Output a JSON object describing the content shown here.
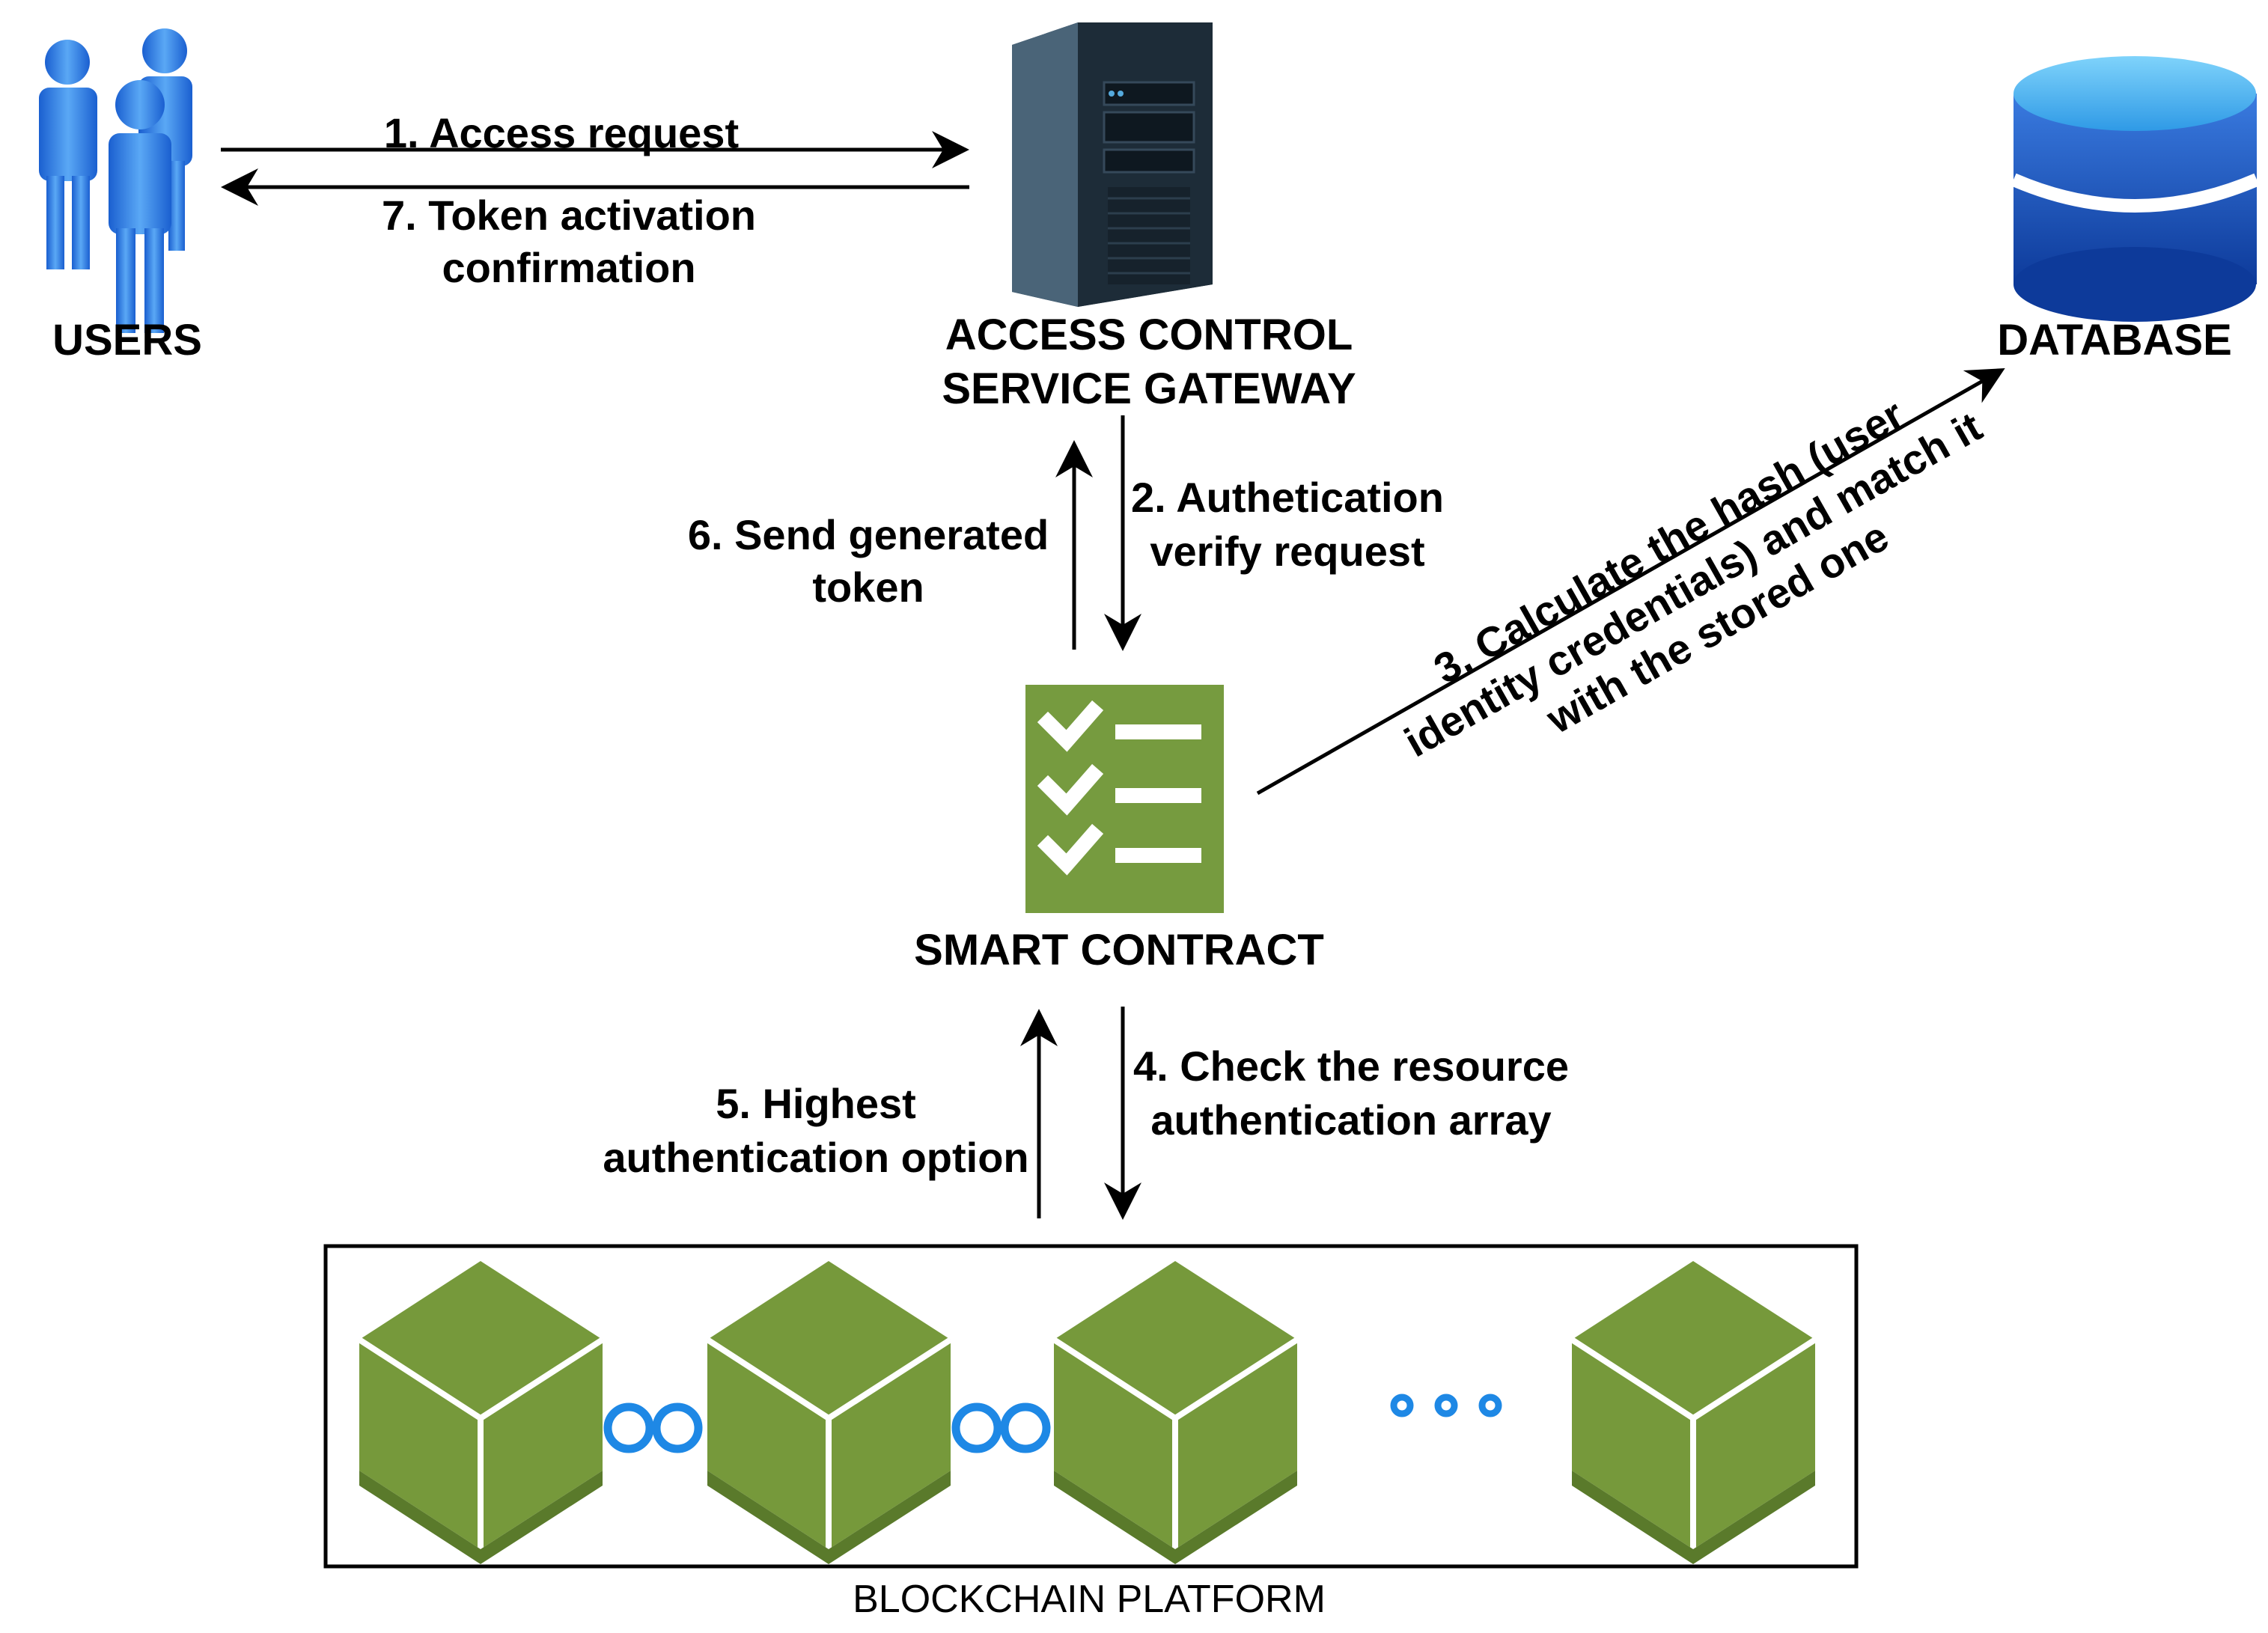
{
  "nodes": {
    "users": "USERS",
    "gateway_line1": "ACCESS CONTROL",
    "gateway_line2": "SERVICE GATEWAY",
    "database": "DATABASE",
    "smart_contract": "SMART CONTRACT",
    "blockchain": "BLOCKCHAIN PLATFORM"
  },
  "steps": {
    "s1": "1. Access request",
    "s7_line1": "7. Token activation",
    "s7_line2": "confirmation",
    "s2_line1": "2. Authetication",
    "s2_line2": "verify request",
    "s6_line1": "6. Send generated",
    "s6_line2": "token",
    "s3_line1": "3. Calculate the hash (user",
    "s3_line2": "identity credentials) and match it",
    "s3_line3": "with the stored one",
    "s4_line1": "4. Check the resource",
    "s4_line2": "authentication array",
    "s5_line1": "5. Highest",
    "s5_line2": "authentication option"
  },
  "colors": {
    "cube_front": "#76993b",
    "cube_top": "#8cb33f",
    "cube_dark": "#5a7a2b",
    "contract_bg": "#769b3f",
    "chain_link": "#1e88e5",
    "db_top": "#4fc3f7",
    "db_body": "#1565c0",
    "server": "#1b2936",
    "user_blue": "#3d8de8"
  },
  "icons": [
    "users-icon",
    "server-icon",
    "database-icon",
    "checklist-icon",
    "block-icon",
    "chain-link-icon",
    "ellipsis-icon"
  ]
}
